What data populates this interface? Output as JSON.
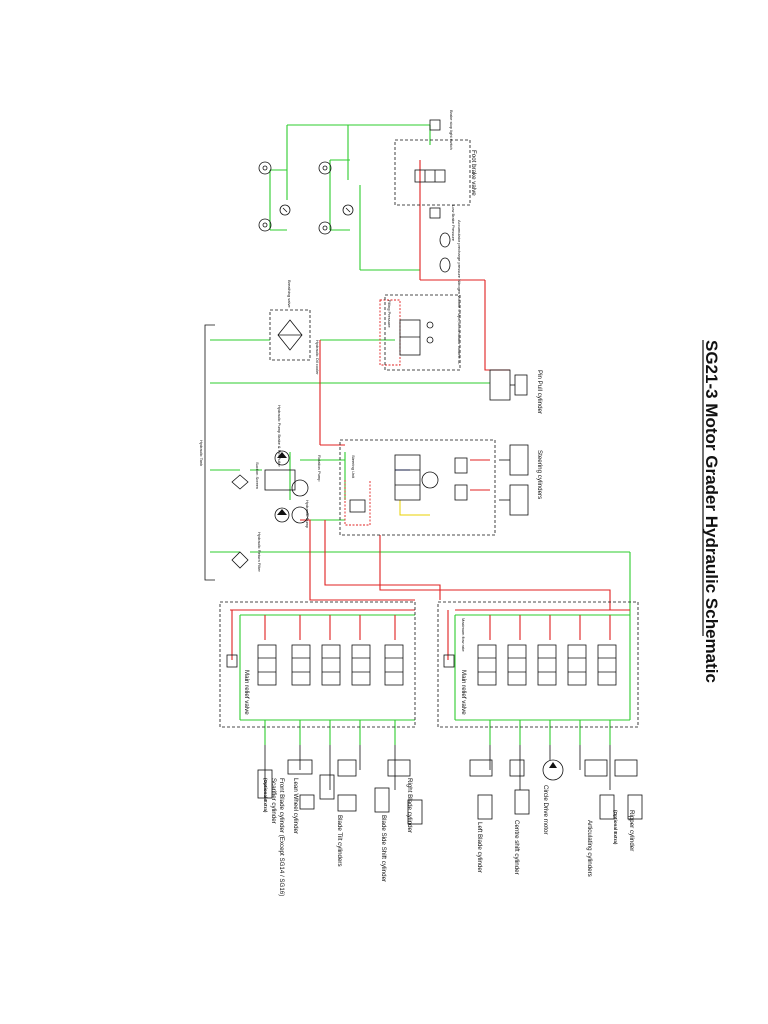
{
  "title": "SG21-3 Motor Grader Hydraulic Schematic",
  "labels": {
    "brake_stop_light": "Brake stop light switch",
    "foot_brake_valve": "Foot brake valve",
    "low_brake_pressure": "Low Brake Pressure",
    "accumulator": "Accumulator precharge pressure Nitrogen volume 6 Mpa, Accumulator volume 1L",
    "breathing_valve": "Breathing valve",
    "hydraulic_oil_cooler": "Hydraulic Oil cooler",
    "filling_pressure": "Filling Pressure",
    "pin_pull_cylinder": "Pin Pull cylinder",
    "steering_cylinders": "Steering cylinders",
    "steering_unit": "Steering Unit",
    "rotation_pump": "Rotation Pump",
    "hydraulic_pump_brake": "Hydraulic Pump Brake & Pin Puller",
    "hydraulic_pump_main": "Hydraulic Pump",
    "suction_screen": "Suction Screen",
    "hydraulic_tank": "Hydraulic Tank",
    "return_filter": "Hydraulic Return Filter",
    "main_relief_valve_front": "Main relief valve",
    "main_relief_valve_rear": "Main relief valve",
    "max_flow_rate": "Maximum flow rate",
    "ripper_cylinder": "Ripper cylinder",
    "optional_extra": "(Optional Extra)",
    "articulating_cylinders": "Articulating cylinders",
    "circle_drive_motor": "Circle Drive motor",
    "centre_shift_cylinder": "Centre shift cylinder",
    "left_blade_cylinder": "Left Blade cylinder",
    "right_blade_cylinder": "Right Blade cylinder",
    "blade_side_shift_cylinder": "Blade Side Shift cylinder",
    "blade_tilt_cylinders": "Blade Tilt cylinders",
    "lean_wheel_cylinder": "Lean Wheel cylinder",
    "front_blade_cylinder": "Front Blade cylinder (Except SG14 / SG16)",
    "scarifier_cylinder": "Scarifier cylinder",
    "optional_extra_2": "(Optional Extra)"
  }
}
